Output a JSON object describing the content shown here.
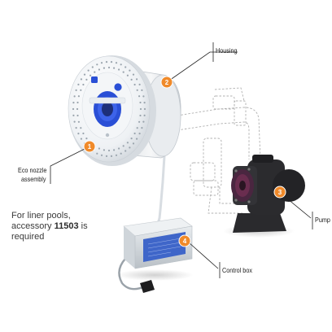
{
  "callouts": [
    {
      "number": "1",
      "label_lines": [
        "Eco nozzle",
        "assembly"
      ]
    },
    {
      "number": "2",
      "label_lines": [
        "Housing"
      ]
    },
    {
      "number": "3",
      "label_lines": [
        "Pump"
      ]
    },
    {
      "number": "4",
      "label_lines": [
        "Control box"
      ]
    }
  ],
  "note": {
    "line1": "For liner pools,",
    "line2_prefix": "accessory ",
    "accessory_number": "11503",
    "line2_suffix": " is",
    "line3": "required"
  },
  "colors": {
    "badge": "#f08a2a",
    "nozzle_blue": "#2a4fd6",
    "pipe_dash": "#b0b0b0",
    "label_line": "#222222"
  }
}
